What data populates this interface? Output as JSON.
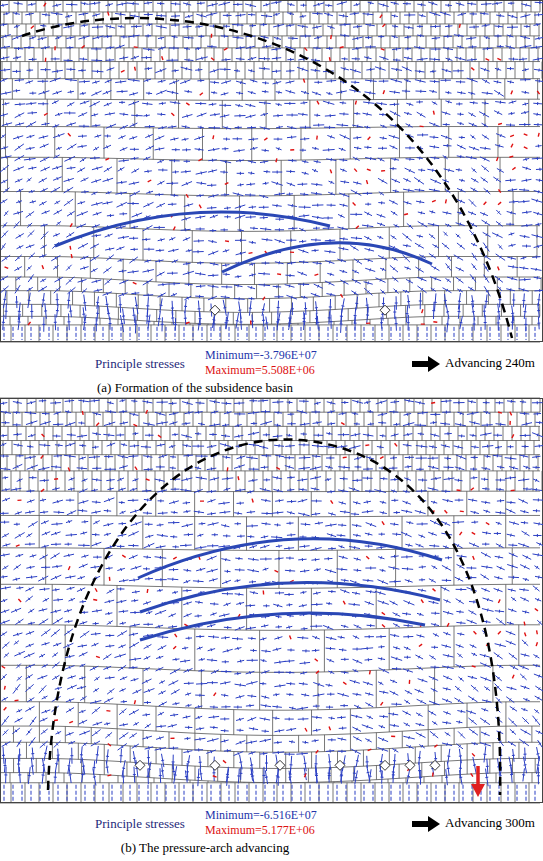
{
  "diagram": {
    "labels": [
      "Principle stresses",
      "Minimum=-3.796E+07",
      "Maximum=5.508E+06",
      "Advancing 240m",
      "(a) Formation of the subsidence basin",
      "Principle stresses",
      "Minimum=-6.516E+07",
      "Maximum=5.177E+06",
      "Advancing 300m",
      "(b) The pressure-arch advancing"
    ]
  }
}
